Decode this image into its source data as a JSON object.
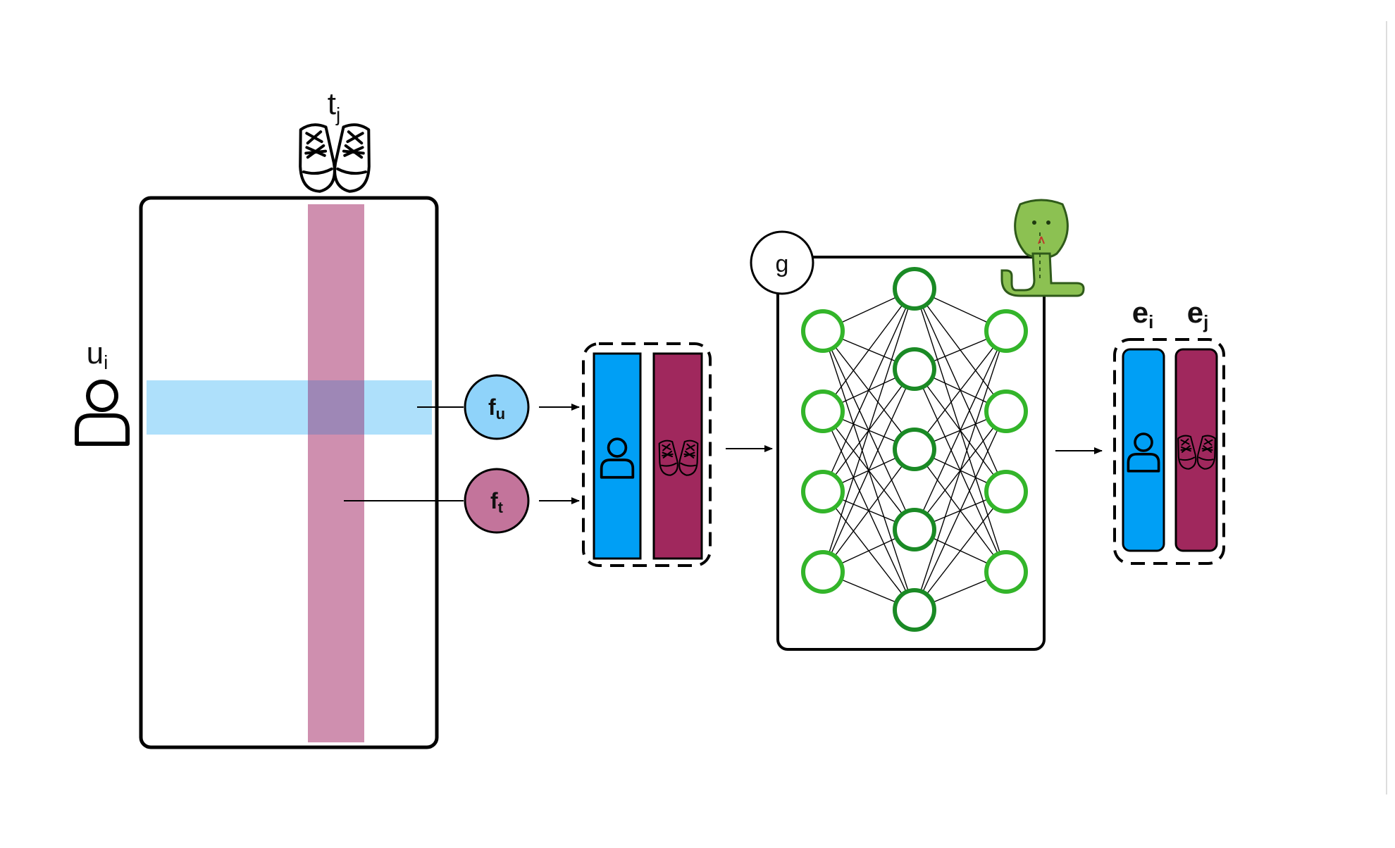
{
  "labels": {
    "item_main": "t",
    "item_sub": "j",
    "user_main": "u",
    "user_sub": "i",
    "fu_main": "f",
    "fu_sub": "u",
    "ft_main": "f",
    "ft_sub": "t",
    "g": "g",
    "ei_main": "e",
    "ei_sub": "i",
    "ej_main": "e",
    "ej_sub": "j"
  },
  "network": {
    "layers": [
      4,
      5,
      4
    ]
  },
  "icons": {
    "user": "user-icon",
    "item": "sneakers-icon",
    "model": "cobra-icon"
  },
  "colors": {
    "user_row": "#aee0fb",
    "item_col": "#cf8faf",
    "overlap": "#9e87b6",
    "fu_circle": "#8fd3fa",
    "ft_circle": "#c3749b",
    "user_vec": "#009ff5",
    "item_vec": "#a0285d",
    "node_outer": "#33b52a",
    "node_inner": "#1a8a25",
    "snake": "#8cc152",
    "snake_dark": "#4a8a2a"
  }
}
